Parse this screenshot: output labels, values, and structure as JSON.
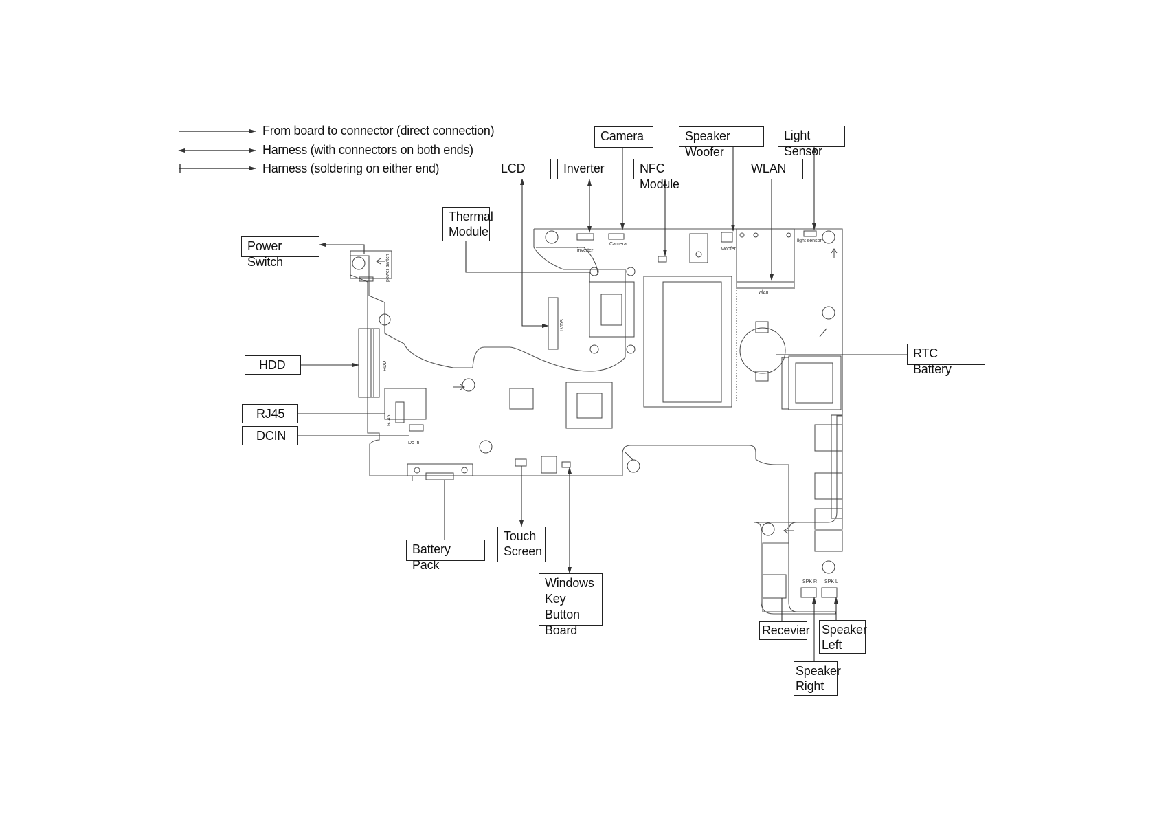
{
  "legend": [
    {
      "style": "direct",
      "text": "From board to connector (direct connection)"
    },
    {
      "style": "harness-both",
      "text": "Harness (with connectors on both ends)"
    },
    {
      "style": "harness-solder",
      "text": "Harness (soldering on either end)"
    }
  ],
  "labels": {
    "camera": "Camera",
    "speaker_woofer": "Speaker Woofer",
    "light_sensor": "Light Sensor",
    "lcd": "LCD",
    "inverter": "Inverter",
    "nfc_module": "NFC Module",
    "wlan": "WLAN",
    "thermal_module": "Thermal\nModule",
    "power_switch": "Power Switch",
    "hdd": "HDD",
    "rj45": "RJ45",
    "dcin": "DCIN",
    "rtc_battery": "RTC Battery",
    "battery_pack": "Battery Pack",
    "touch_screen": "Touch\nScreen",
    "windows_key": "Windows\nKey Button\nBoard",
    "receiver": "Recevier",
    "speaker_left": "Speaker\nLeft",
    "speaker_right": "Speaker\nRight"
  },
  "board_marks": {
    "inverter": "inverter",
    "camera": "Camera",
    "woofer": "woofer",
    "light_sensor": "light  sensor",
    "wlan": "wlan",
    "lvds": "LVDS",
    "power_switch": "power switch",
    "hdd": "HDD",
    "rj45": "RJ45",
    "dcin": "Dc  In",
    "spk_r": "SPK R",
    "spk_l": "SPK L"
  }
}
